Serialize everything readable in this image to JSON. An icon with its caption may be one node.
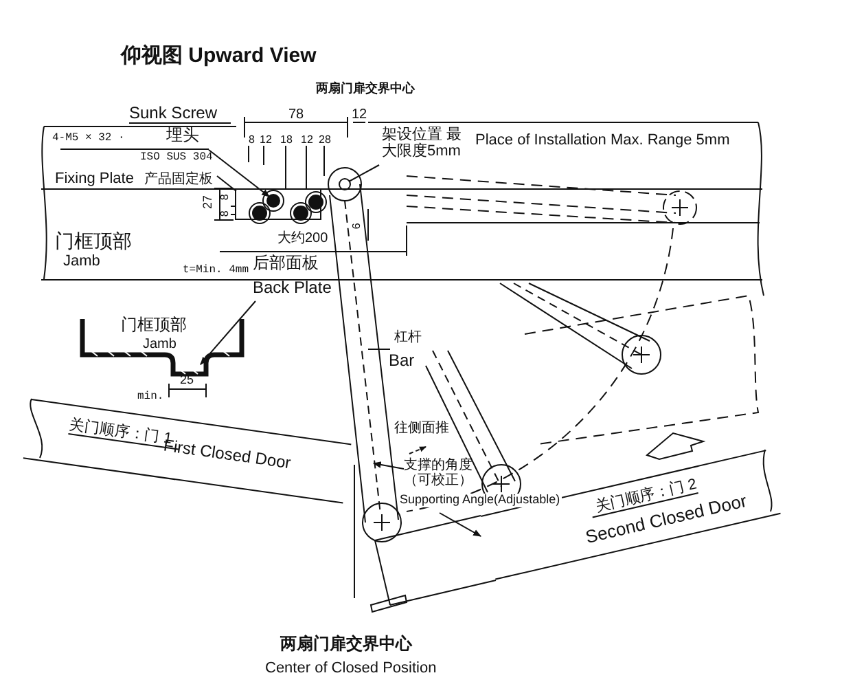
{
  "diagram": {
    "title": "仰视图 Upward View",
    "nodes": [
      {
        "text": [
          "门框顶部",
          "Jamb"
        ]
      },
      {
        "text": [
          "Sunk Screw",
          "4-M5 × 32 ·",
          "埋头"
        ]
      },
      {
        "text": [
          "ISO SUS 304",
          "Fixing Plate",
          "产品固定板"
        ]
      },
      {
        "text": [
          "架设位置 最大限度5mm",
          "Place of Installation Max. Range 5mm"
        ]
      },
      {
        "text": [
          "后部面板",
          "Back Plate"
        ]
      },
      {
        "text": [
          "门框顶部",
          "Jamb"
        ]
      },
      {
        "text": [
          "杠杆",
          "Bar"
        ]
      },
      {
        "text": [
          "支撑的角度（可校正）",
          "Supporting Angle(Adjustable)"
        ]
      },
      {
        "text": [
          "关门顺序：门 1",
          "First Closed Door"
        ]
      },
      {
        "text": [
          "关门顺序：门 2",
          "Second Closed Door"
        ]
      },
      {
        "text": [],
        "shape": "circle",
        "in": 11
      },
      {
        "text": [],
        "shape": "box",
        "in": 0
      },
      {
        "text": [],
        "shape": "bar"
      }
    ],
    "edges": [
      {
        "from": 1,
        "to": 10,
        "arrow": "to"
      },
      {
        "from": 2,
        "to": 11,
        "arrow": "none"
      },
      {
        "from": 3,
        "to": 12,
        "arrow": "none"
      },
      {
        "from": 4,
        "to": 5,
        "arrow": "to"
      },
      {
        "from": 6,
        "to": 12,
        "arrow": "none"
      },
      {
        "from": 7,
        "to": 12,
        "arrow": "to"
      },
      {
        "from": 7,
        "to": 9,
        "arrow": "to"
      }
    ],
    "labels": [
      "两扇门扉交界中心",
      "78",
      "12",
      "8",
      "12",
      "18",
      "12",
      "28",
      "27",
      "8",
      "8",
      "6",
      "大约200",
      "t=Min. 4mm",
      "min.",
      "25",
      "往侧面推",
      "两扇门扉交界中心",
      "Center of Closed Position"
    ]
  }
}
